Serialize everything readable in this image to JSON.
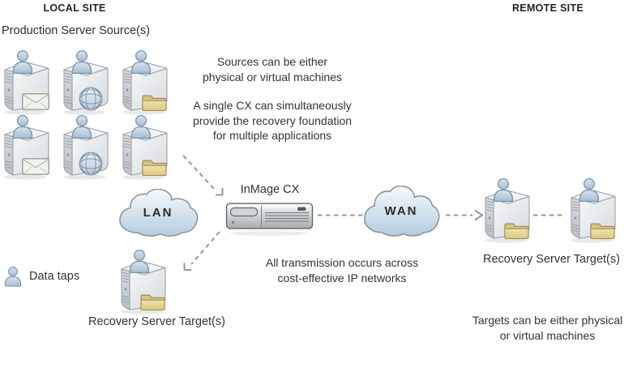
{
  "site_headers": {
    "local": "LOCAL SITE",
    "remote": "REMOTE SITE"
  },
  "local": {
    "production_label": "Production Server Source(s)",
    "production_servers": [
      {
        "badge": "mail-icon"
      },
      {
        "badge": "globe-icon"
      },
      {
        "badge": "folder-icon"
      },
      {
        "badge": "mail-icon"
      },
      {
        "badge": "globe-icon"
      },
      {
        "badge": "folder-icon"
      }
    ],
    "lan_label": "LAN",
    "data_taps_label": "Data taps",
    "recovery_servers": [
      {
        "badge": "folder-icon"
      }
    ],
    "recovery_label": "Recovery Server Target(s)"
  },
  "appliance": {
    "label": "InMage CX"
  },
  "network": {
    "wan_label": "WAN"
  },
  "remote": {
    "recovery_servers": [
      {
        "badge": "folder-icon"
      },
      {
        "badge": "folder-icon"
      }
    ],
    "recovery_label": "Recovery Server Target(s)"
  },
  "notes": {
    "sources": "Sources can be either\nphysical or virtual machines",
    "cx": "A single CX can simultaneously\nprovide the recovery foundation\nfor multiple applications",
    "transmission": "All transmission occurs across\ncost-effective IP networks",
    "targets": "Targets can be either physical\nor virtual machines"
  },
  "colors": {
    "text": "#333335",
    "dash_gray": "#95979a",
    "cloud_blue": "#b6cde0",
    "person_blue": "#b9cbdc",
    "folder_tan": "#e2d092",
    "server_gray": "#eef0f2",
    "appliance_gray": "#c7cacd"
  }
}
